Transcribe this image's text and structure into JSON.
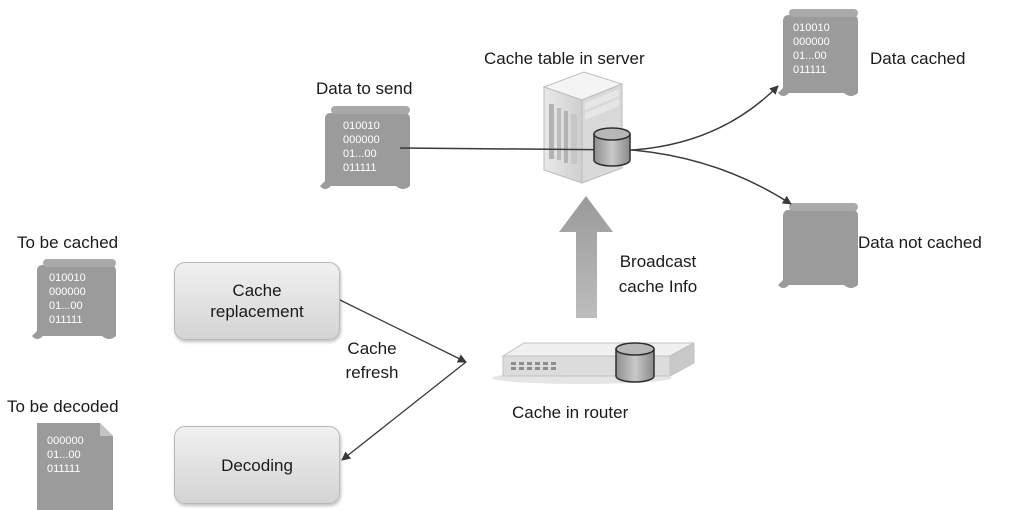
{
  "labels": {
    "cache_table_in_server": "Cache table in server",
    "data_to_send": "Data to send",
    "data_cached": "Data cached",
    "data_not_cached": "Data not cached",
    "to_be_cached": "To be cached",
    "to_be_decoded": "To be decoded",
    "broadcast_line1": "Broadcast",
    "broadcast_line2": "cache Info",
    "cache_refresh_line1": "Cache",
    "cache_refresh_line2": "refresh",
    "cache_in_router": "Cache in router"
  },
  "boxes": {
    "cache_replacement_line1": "Cache",
    "cache_replacement_line2": "replacement",
    "decoding": "Decoding"
  },
  "docs": {
    "data_to_send": [
      "010010",
      "000000",
      "01...00",
      "011111"
    ],
    "data_cached": [
      "010010",
      "000000",
      "01...00",
      "011111"
    ],
    "to_be_cached": [
      "010010",
      "000000",
      "01...00",
      "011111"
    ],
    "to_be_decoded": [
      "000000",
      "01...00",
      "011111"
    ]
  },
  "colors": {
    "doc_fill": "#9b9b9b",
    "arrow_fill": "#a8a8a8",
    "line": "#3a3a3a",
    "box_fill": "#e2e2e2"
  }
}
